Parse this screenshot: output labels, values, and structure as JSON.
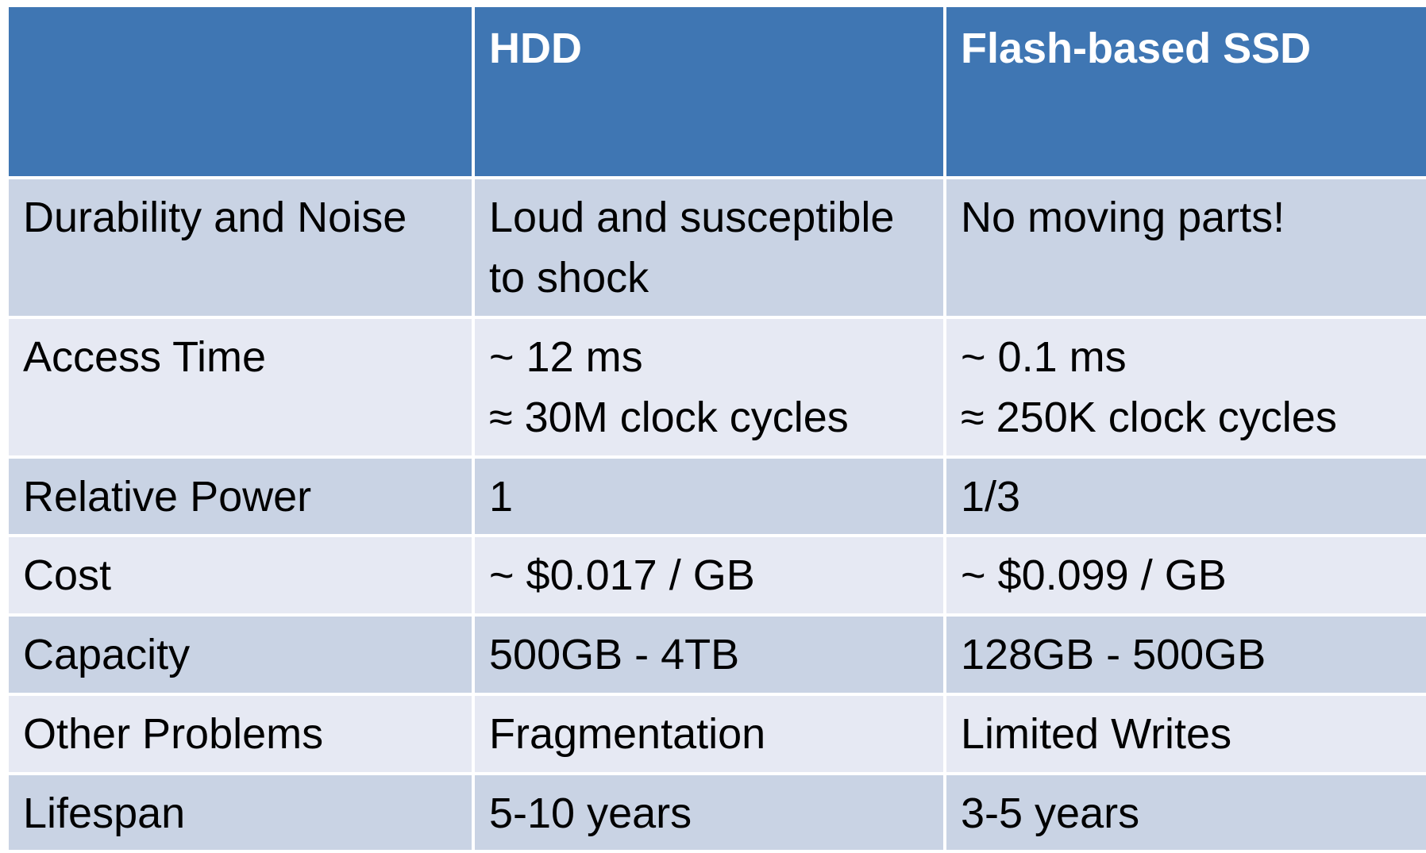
{
  "table": {
    "headers": [
      "",
      "HDD",
      "Flash-based SSD"
    ],
    "rows": [
      {
        "label": "Durability and Noise",
        "hdd": [
          "Loud and susceptible",
          "to shock"
        ],
        "ssd": [
          "No moving parts!"
        ]
      },
      {
        "label": "Access Time",
        "hdd": [
          "~ 12 ms",
          "≈ 30M clock cycles"
        ],
        "ssd": [
          "~ 0.1 ms",
          "≈ 250K clock cycles"
        ]
      },
      {
        "label": "Relative Power",
        "hdd": [
          "1"
        ],
        "ssd": [
          "1/3"
        ]
      },
      {
        "label": "Cost",
        "hdd": [
          "~ $0.017 / GB"
        ],
        "ssd": [
          "~ $0.099 / GB"
        ]
      },
      {
        "label": "Capacity",
        "hdd": [
          "500GB - 4TB"
        ],
        "ssd": [
          "128GB - 500GB"
        ]
      },
      {
        "label": "Other Problems",
        "hdd": [
          "Fragmentation"
        ],
        "ssd": [
          "Limited Writes"
        ]
      },
      {
        "label": "Lifespan",
        "hdd": [
          "5-10 years"
        ],
        "ssd": [
          "3-5 years"
        ]
      }
    ]
  },
  "colors": {
    "header_bg": "#3f76b3",
    "row_dark": "#c9d3e4",
    "row_light": "#e6e9f3",
    "header_text": "#ffffff",
    "body_text": "#000000"
  }
}
